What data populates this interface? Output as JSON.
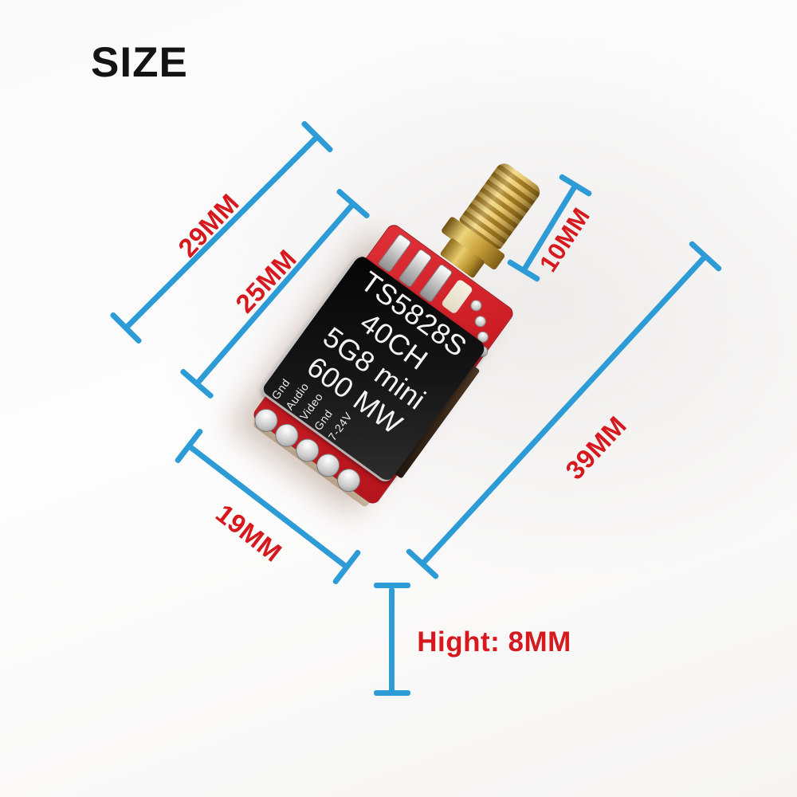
{
  "title": "SIZE",
  "colors": {
    "line": "#2D9BD5",
    "label": "#D6191E"
  },
  "product": {
    "shield_lines": [
      "TS5828S",
      "40CH",
      "5G8 mini",
      "600 MW"
    ],
    "pin_labels": [
      "Gnd",
      "Audio",
      "Video",
      "Gnd",
      "7-24V"
    ]
  },
  "dimensions": {
    "width_outer": "29MM",
    "width_inner": "25MM",
    "connector": "10MM",
    "length": "39MM",
    "depth": "19MM",
    "height": "Hight: 8MM"
  }
}
